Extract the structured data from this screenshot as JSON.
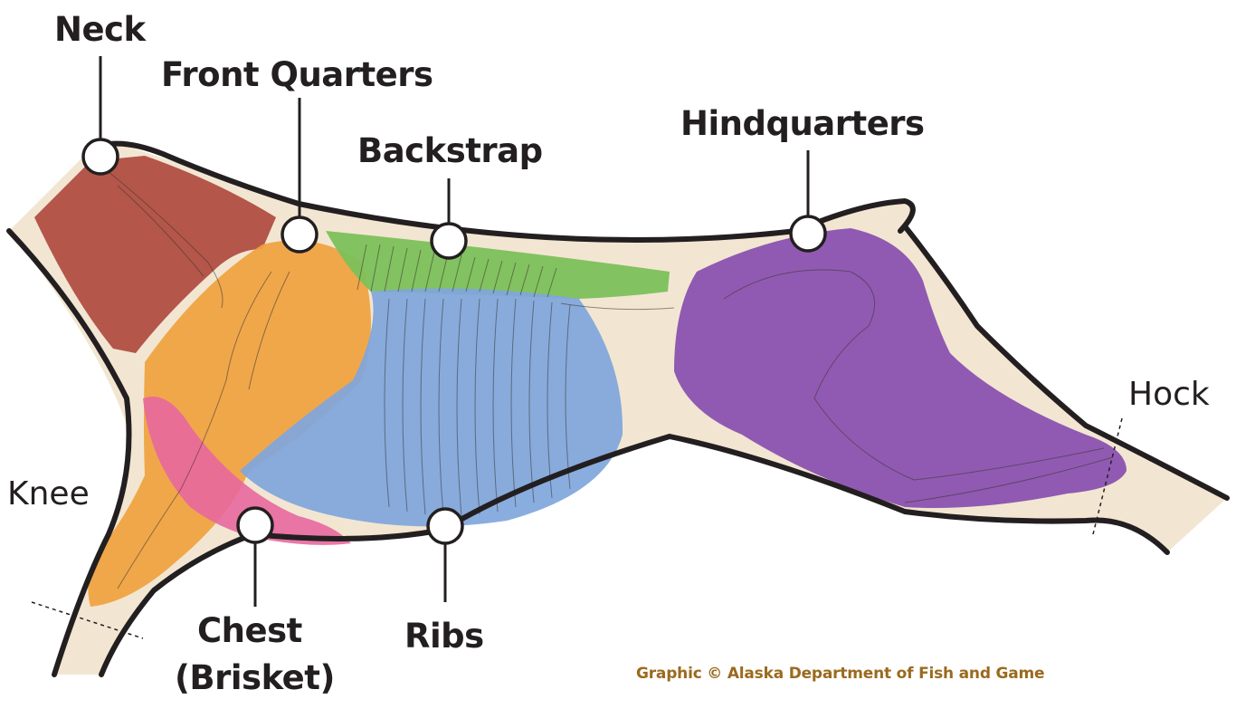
{
  "diagram": {
    "labels": {
      "neck": "Neck",
      "front_quarters": "Front Quarters",
      "backstrap": "Backstrap",
      "hindquarters": "Hindquarters",
      "hock": "Hock",
      "knee": "Knee",
      "chest_line1": "Chest",
      "chest_line2": "(Brisket)",
      "ribs": "Ribs"
    },
    "credit": "Graphic © Alaska Department of Fish and Game",
    "colors": {
      "body_fill": "#f2e6d2",
      "outline": "#231f20",
      "neck": "#b5564a",
      "front_quarters": "#f0a23e",
      "backstrap": "#7cc05a",
      "ribs": "#7fa6dc",
      "chest": "#e8689e",
      "hindquarters": "#8a52b0",
      "credit": "#9a6a1e"
    }
  }
}
